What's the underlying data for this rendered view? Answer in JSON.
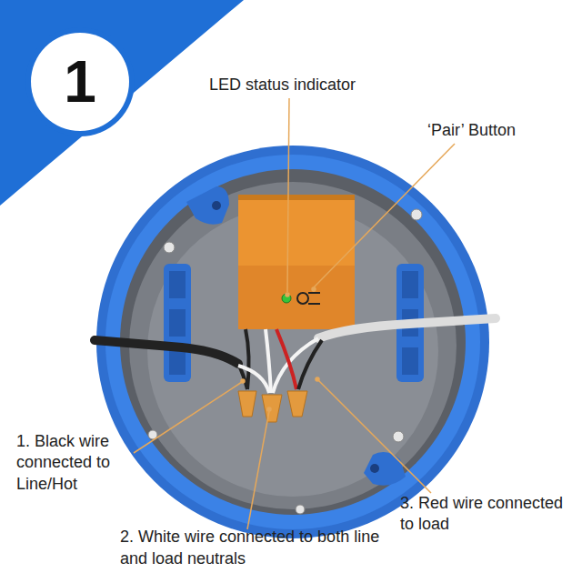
{
  "diagram": {
    "nodes": [
      {
        "text": [
          "1"
        ]
      }
    ],
    "labels": [
      "LED status indicator",
      "‘Pair’ Button",
      "1. Black wire connected to Line/Hot",
      "2. White wire connected to both line and load neutrals",
      "3. Red wire connected to load"
    ]
  }
}
